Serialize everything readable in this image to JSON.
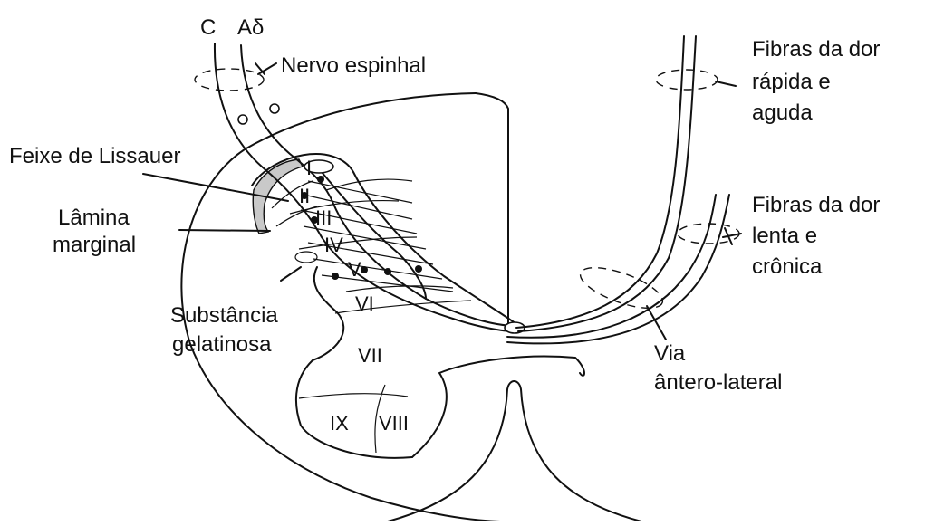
{
  "diagram": {
    "fiber_labels": {
      "c": "C",
      "a_delta": "Aδ"
    },
    "labels": {
      "nervo_espinhal": "Nervo espinhal",
      "feixe_lissauer": "Feixe de Lissauer",
      "lamina_marginal": [
        "Lâmina",
        "marginal"
      ],
      "substancia_gelatinosa": [
        "Substância",
        "gelatinosa"
      ],
      "fibras_rapida": [
        "Fibras da dor",
        "rápida e",
        "aguda"
      ],
      "fibras_lenta": [
        "Fibras da dor",
        "lenta e",
        "crônica"
      ],
      "via_antero_lateral": [
        "Via",
        "ântero-lateral"
      ]
    },
    "laminae": [
      "I",
      "II",
      "III",
      "IV",
      "V",
      "VI",
      "VII",
      "VIII",
      "IX"
    ]
  }
}
